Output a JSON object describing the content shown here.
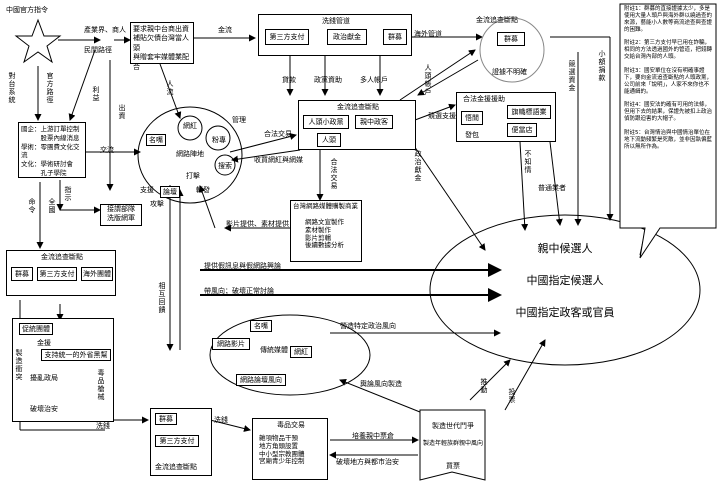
{
  "top_left": {
    "title": "中國官方指令",
    "sectors_stack": "對\n台\n系\n統",
    "official_channel": "官\n方\n路\n徑"
  },
  "industry": {
    "label": "產業界、商人",
    "sub": "民間路徑",
    "demand_box": "要求親中台商出資\n補貼欠債台灣當人頭\n與贈套牢媒體業配合"
  },
  "money_flow": {
    "cash_label": "金流",
    "launder_label": "洗錢管道",
    "third_party": "第三方支付",
    "political_donation": "政治獻金",
    "lobby": "群募",
    "overseas": "海外管道",
    "loan": "貸款",
    "political_fund": "政黨資助",
    "multi_account": "多人帳戶",
    "person_account": "人頭\n帳戶"
  },
  "state_orgs": {
    "items": "國企：上游訂單控制\n　　　股票內線消息\n學術：零團費文化交流\n文化：學術研討會\n　　　孔子學院",
    "exchange": "交流",
    "instruction": "指\n示",
    "cmd": "命\n令",
    "full": "全\n國"
  },
  "network": {
    "label_name": "名嘴",
    "label_web": "網紅",
    "label_outlets": "網路陣地",
    "label_fans": "粉專",
    "label_search": "搜索",
    "label_forum": "論壇",
    "label_spread": "打擊",
    "label_relay": "轉發",
    "attack": "攻擊",
    "support": "支援",
    "manage": "管理",
    "in_flow": "人\n流",
    "out_flow": "出\n資",
    "media_buy": "利\n益",
    "buy_box": "接謂部隊\n洗版網軍"
  },
  "flow_node": {
    "title": "金流追查斷點",
    "a": "人頭小政黨",
    "b": "親中政客",
    "c": "人頭",
    "legit": "合法交易",
    "collect": "收買網紅與網媒",
    "commission": "合\n法\n交\n易",
    "lobbyist": "政\n治\n獻\n金"
  },
  "legit": {
    "title": "合法金援援助",
    "group": "悟閒",
    "flag": "旗幟標語業",
    "support": "發包",
    "vote_buy": "便當店",
    "unknown": "不\n知\n情",
    "voters": "普通業者",
    "support_arrow": "競選支援"
  },
  "media": {
    "title": "台灣網路媒體購製商業",
    "items": "網路文宣製作\n素材製作\n影片剪輯\n後續數據分析",
    "provide": "影片提供、素材提供",
    "public_opinion": "提供假訊息與假網路興論",
    "breakthrough": "帶風向；破壞正常討論",
    "mutual": "相\n互\n回\n饋"
  },
  "right_circle": {
    "a": "親中候選人",
    "b": "中國指定候選人",
    "c": "中國指定政客或官員",
    "target": "政\n治\n獻\n金",
    "small_funds": "小\n額\n捐\n款",
    "campaign": "競\n選\n資\n金"
  },
  "mid_circle": {
    "name": "名嘴",
    "video": "網路影片",
    "trad": "傳統媒體",
    "web": "網紅",
    "review": "網路論壇風向"
  },
  "notes": {
    "n1": "附註1：群募的直接證據太少，多是使用大量人頭戶與海外群以繞過查的來源，藝能小人數等商流途查與查證的困難。",
    "n2": "附註2：第三方支付早已用在詐騙，相同的方法透過國外的管道，把錢轉交給台灣內部的人頭。",
    "n3": "附註3：國安單位在沒有明確事證下，要向金流追查斷點的人頭政黨，公司前來「說明」，人家不來你也不能通緝的。",
    "n4": "附註4：國安法的確有可用的法條，但用下去的結果，保證先被扣上政治偵防跟迫害的大帽子。",
    "n5": "附註5：台灣情治與中國情治單位在地下流動頻繁是死敵，並非因執偏藍所以無所作為。"
  },
  "left_bottom": {
    "title": "金流追查斷點",
    "lobby": "群募",
    "third": "第三方支付",
    "overseas": "海外團體",
    "front": "促統團體",
    "funds": "金援",
    "support": "支持統一的外省黑幫",
    "manufacture": "製\n造\n衝\n突",
    "disrupt": "擾亂政局",
    "destroy": "破壞治安",
    "drug": "毒\n品\n槍\n械",
    "wash": "洗錢"
  },
  "bottom": {
    "lobby": "群募",
    "third": "第三方支付",
    "node": "金流追查斷點",
    "trade": "毒品交易",
    "goods": "雜項物品干預\n地方角頭設置\n中小型宗教團體\n宮廟青少年控制",
    "pay": "培養親中票倉",
    "destroy2": "破壞地方與都市治安",
    "gang_title": "製造世代鬥爭",
    "gang_sub": "製造年輕族群親中風向",
    "gang_buy": "買票",
    "vote": "投\n票",
    "push": "推\n動",
    "public_label": "輿論風向製造",
    "media_help": "營造特定政治風向"
  }
}
